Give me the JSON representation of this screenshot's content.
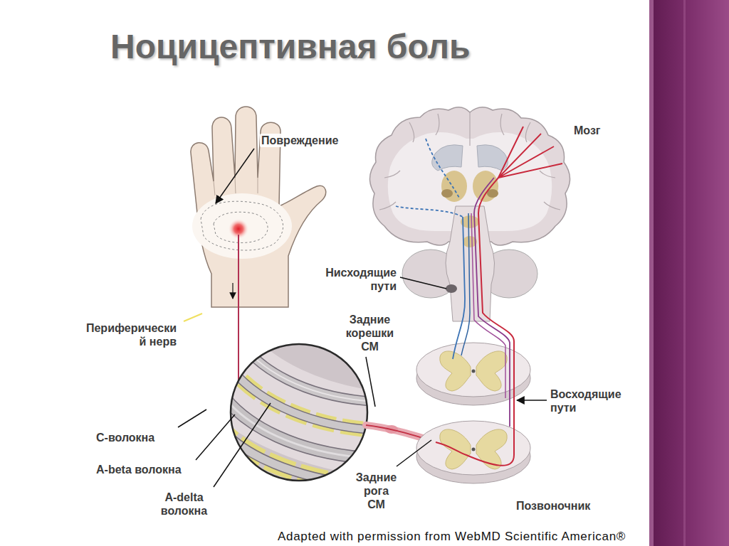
{
  "diagram": {
    "title": "Ноцицептивная боль",
    "labels": [
      "Повреждение",
      "Мозг",
      "Нисходящие пути",
      "Задние корешки СМ",
      "Периферически й нерв",
      "Восходящие пути",
      "С-волокна",
      "A-beta волокна",
      "A-delta волокна",
      "Задние рога СМ",
      "Позвоночник",
      "Adapted with permission from WebMD Scientific American®"
    ]
  }
}
